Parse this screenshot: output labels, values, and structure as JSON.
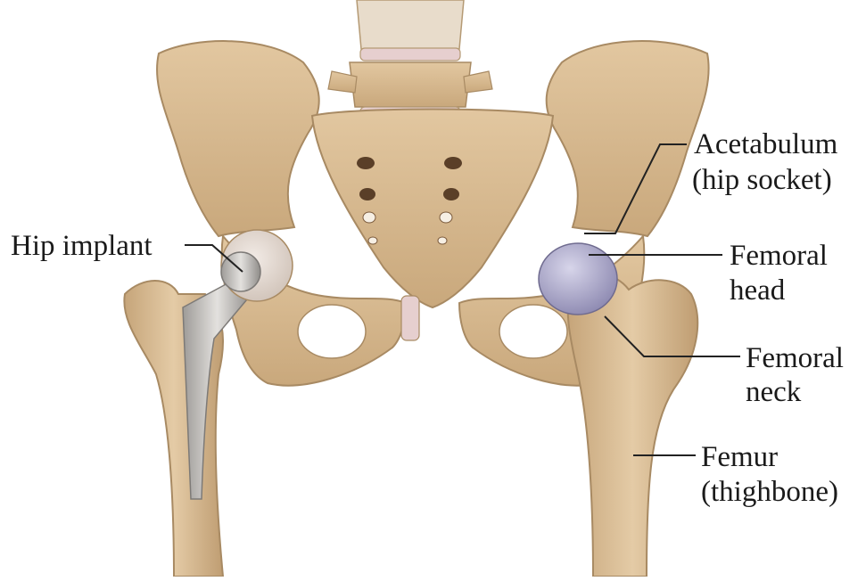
{
  "labels": {
    "hip_implant": "Hip implant",
    "acetabulum": {
      "line1": "Acetabulum",
      "line2": "(hip socket)"
    },
    "femoral_head": {
      "line1": "Femoral",
      "line2": "head"
    },
    "femoral_neck": {
      "line1": "Femoral",
      "line2": "neck"
    },
    "femur": {
      "line1": "Femur",
      "line2": "(thighbone)"
    }
  },
  "colors": {
    "bone": "#d6b88f",
    "bone_shadow": "#a88a63",
    "bone_light": "#e9d7b8",
    "implant_metal": "#b9b7b4",
    "femoral_head_cartilage": "#a9a6c7",
    "disc": "#e6cfcf",
    "leader_line": "#222222"
  }
}
